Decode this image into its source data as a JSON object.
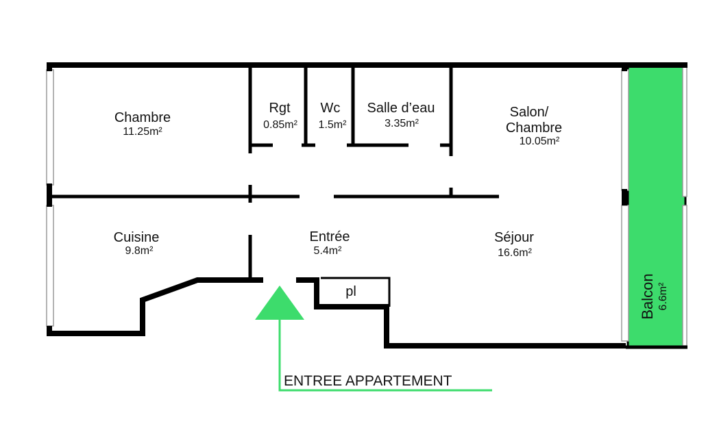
{
  "colors": {
    "wall": "#000000",
    "balcony_fill": "#3ddc6c",
    "entry_marker": "#3ddc6c",
    "window": "#cfcfcf"
  },
  "rooms": {
    "chambre": {
      "name": "Chambre",
      "area": "11.25m²"
    },
    "rgt": {
      "name": "Rgt",
      "area": "0.85m²"
    },
    "wc": {
      "name": "Wc",
      "area": "1.5m²"
    },
    "salle_deau": {
      "name": "Salle d’eau",
      "area": "3.35m²"
    },
    "salon": {
      "name_line1": "Salon/",
      "name_line2": "Chambre",
      "area": "10.05m²"
    },
    "cuisine": {
      "name": "Cuisine",
      "area": "9.8m²"
    },
    "entree": {
      "name": "Entrée",
      "area": "5.4m²"
    },
    "sejour": {
      "name": "Séjour",
      "area": "16.6m²"
    },
    "placard": {
      "name": "pl"
    },
    "balcon": {
      "name": "Balcon",
      "area": "6.6m²"
    }
  },
  "entry": {
    "label": "ENTREE APPARTEMENT"
  }
}
